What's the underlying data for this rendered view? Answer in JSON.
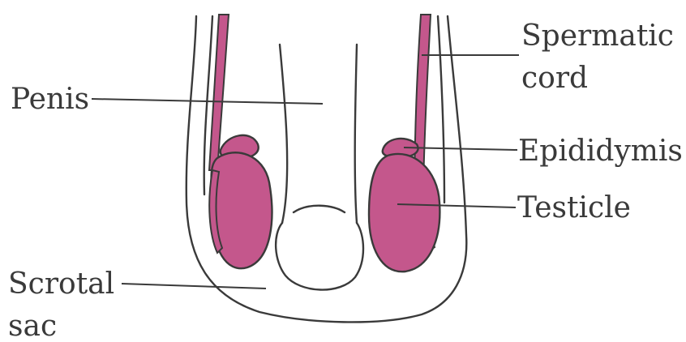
{
  "labels": {
    "penis": "Penis",
    "spermatic_line1": "Spermatic",
    "spermatic_line2": "cord",
    "epididymis": "Epididymis",
    "testicle": "Testicle",
    "scrotal_line1": "Scrotal",
    "scrotal_line2": "sac"
  },
  "colors": {
    "organ": "#c4578c",
    "outline": "#3a3a3a",
    "background": "#ffffff"
  }
}
